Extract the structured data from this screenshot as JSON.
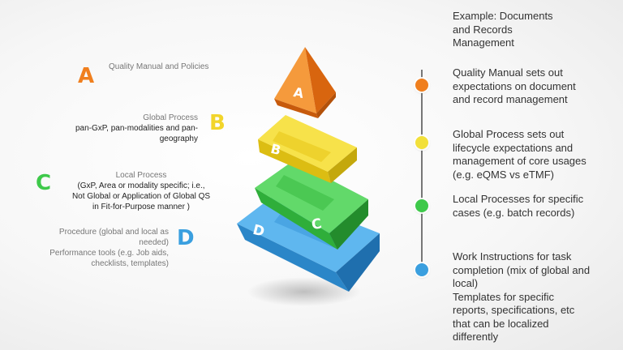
{
  "header": {
    "line1": "Example: Documents",
    "line2": "and Records",
    "line3": "Management"
  },
  "colors": {
    "a": "#f07f1e",
    "b": "#f2d52b",
    "c": "#3ec94a",
    "d": "#3a9fdf"
  },
  "left": {
    "a": {
      "letter": "A",
      "title": "Quality Manual and Policies"
    },
    "b": {
      "letter": "B",
      "title": "Global Process",
      "line1": "pan-GxP, pan-modalities and pan-",
      "line2": "geography"
    },
    "c": {
      "letter": "C",
      "title": "Local Process",
      "line1": "(GxP, Area or modality specific; i.e.,",
      "line2": "Not Global or Application of Global QS",
      "line3": "in Fit-for-Purpose manner )"
    },
    "d": {
      "letter": "D",
      "line1": "Procedure (global and local as",
      "line2": "needed)",
      "line3": "Performance tools (e.g. Job aids,",
      "line4": "checklists, templates)"
    }
  },
  "pyramid": {
    "a": "A",
    "b": "B",
    "c": "C",
    "d": "D"
  },
  "right": {
    "a": {
      "line1": "Quality Manual sets out",
      "line2": "expectations on document",
      "line3": "and record management"
    },
    "b": {
      "line1": "Global Process sets out",
      "line2": "lifecycle expectations and",
      "line3": "management of core usages",
      "line4": "(e.g. eQMS vs eTMF)"
    },
    "c": {
      "line1": "Local Processes for specific",
      "line2": "cases (e.g. batch records)"
    },
    "d": {
      "line1": "Work Instructions for task",
      "line2": "completion (mix of global and",
      "line3": "local)",
      "line4": "Templates for specific",
      "line5": "reports, specifications, etc",
      "line6": "that can be localized",
      "line7": "differently"
    }
  }
}
